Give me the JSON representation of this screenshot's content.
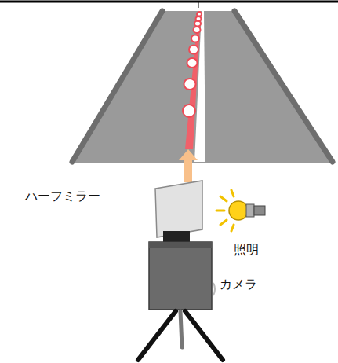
{
  "diagram": {
    "labels": [
      "ハーフミラー",
      "照明",
      "カメラ"
    ]
  }
}
